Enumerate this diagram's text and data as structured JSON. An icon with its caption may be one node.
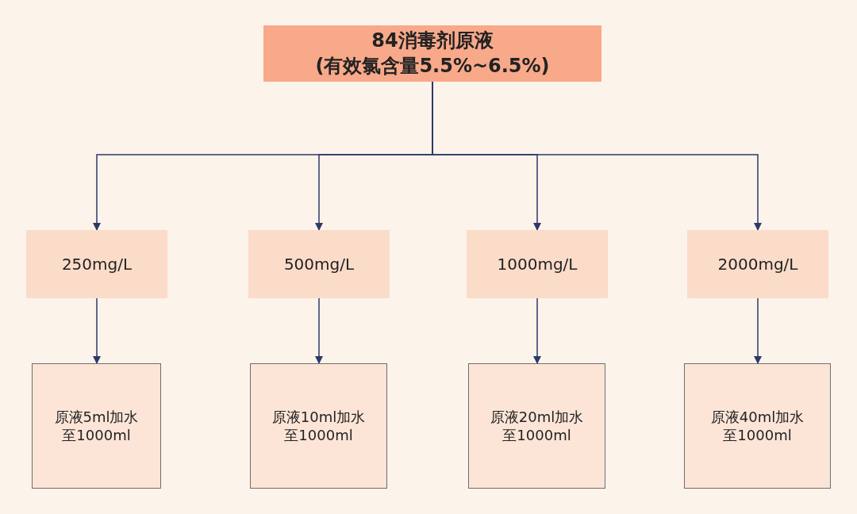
{
  "diagram": {
    "nodes": [
      {
        "text": [
          "84消毒剂原液",
          "(有效氯含量5.5%~6.5%)"
        ]
      },
      {
        "text": [
          "250mg/L"
        ]
      },
      {
        "text": [
          "500mg/L"
        ]
      },
      {
        "text": [
          "1000mg/L"
        ]
      },
      {
        "text": [
          "2000mg/L"
        ]
      },
      {
        "text": [
          "原液5ml加水至1000ml"
        ]
      },
      {
        "text": [
          "原液10ml加水至1000ml"
        ]
      },
      {
        "text": [
          "原液20ml加水至1000ml"
        ]
      },
      {
        "text": [
          "原液40ml加水至1000ml"
        ]
      }
    ],
    "edges": [
      {
        "from": 0,
        "to": 1,
        "arrow": "to"
      },
      {
        "from": 0,
        "to": 2,
        "arrow": "to"
      },
      {
        "from": 0,
        "to": 3,
        "arrow": "to"
      },
      {
        "from": 0,
        "to": 4,
        "arrow": "to"
      },
      {
        "from": 1,
        "to": 5,
        "arrow": "to"
      },
      {
        "from": 2,
        "to": 6,
        "arrow": "to"
      },
      {
        "from": 3,
        "to": 7,
        "arrow": "to"
      },
      {
        "from": 4,
        "to": 8,
        "arrow": "to"
      }
    ]
  }
}
